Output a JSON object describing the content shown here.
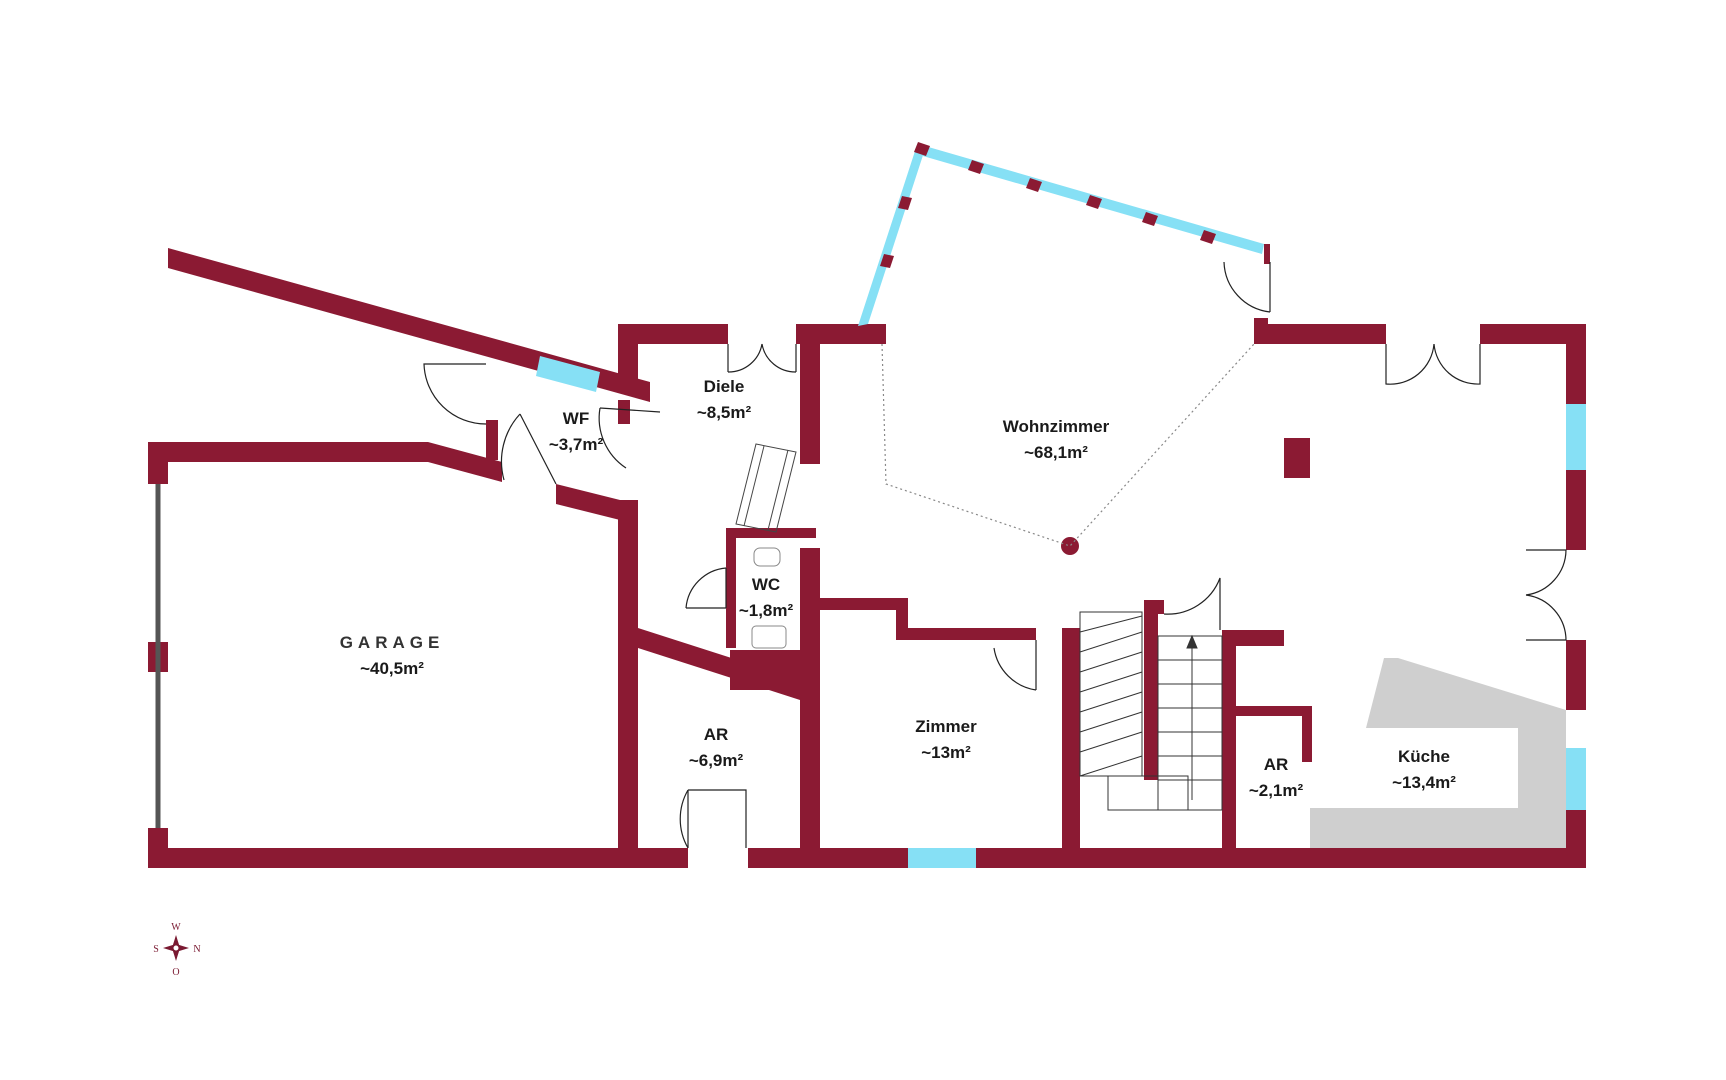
{
  "colors": {
    "wall": "#8b1a33",
    "window": "#86e0f5",
    "kitchen_counter": "#cfcfcf",
    "garage_door": "#555555",
    "text": "#1a1a1a"
  },
  "rooms": {
    "garage": {
      "name": "GARAGE",
      "area": "~40,5m²"
    },
    "wf": {
      "name": "WF",
      "area": "~3,7m²"
    },
    "diele": {
      "name": "Diele",
      "area": "~8,5m²"
    },
    "wohnzimmer": {
      "name": "Wohnzimmer",
      "area": "~68,1m²"
    },
    "wc": {
      "name": "WC",
      "area": "~1,8m²"
    },
    "ar_left": {
      "name": "AR",
      "area": "~6,9m²"
    },
    "zimmer": {
      "name": "Zimmer",
      "area": "~13m²"
    },
    "ar_right": {
      "name": "AR",
      "area": "~2,1m²"
    },
    "kueche": {
      "name": "Küche",
      "area": "~13,4m²"
    }
  },
  "compass": {
    "north": "W",
    "south": "O",
    "west": "S",
    "east": "N"
  }
}
